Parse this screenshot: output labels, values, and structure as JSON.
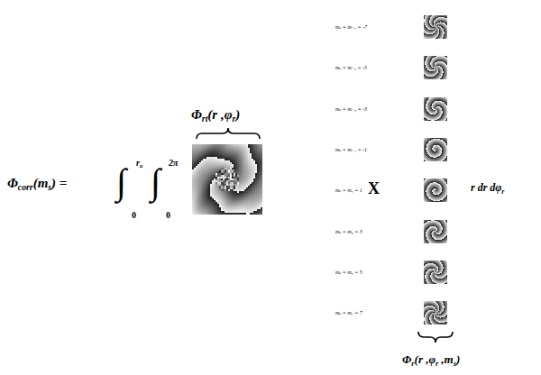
{
  "diagram": {
    "labels": [
      "Φ",
      "corr",
      "(m",
      "s",
      ") =",
      "r",
      "a",
      "∫",
      "0",
      "2π",
      "∫",
      "0",
      "Φ",
      "rt",
      "(r ,φ",
      "r",
      ")",
      "X",
      "mₛ = m₋₇ = -7",
      "mₛ = m₋₅ = -5",
      "mₛ = m₋₃ = -3",
      "mₛ = m₋₁ = -1",
      "mₛ = m₁ = 1",
      "mₛ = m₃ = 3",
      "mₛ = m₅ = 5",
      "mₛ = m₇ = 7",
      "r dr dφ",
      "r",
      "Φ",
      "r",
      "(r ,φ",
      "r",
      ",m",
      "s",
      ")"
    ]
  }
}
